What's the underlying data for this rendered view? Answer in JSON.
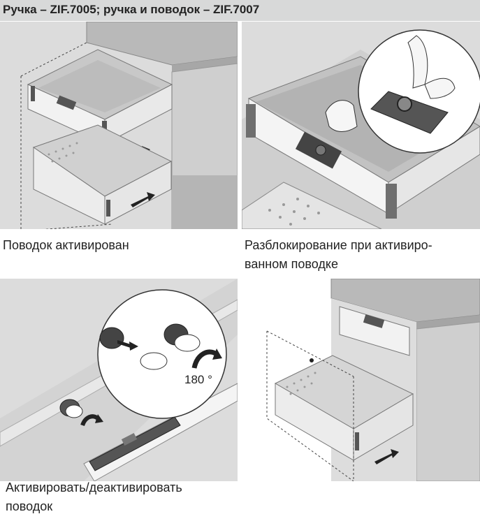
{
  "header": {
    "title": "Ручка – ZIF.7005; ручка и поводок – ZIF.7007"
  },
  "panels": [
    {
      "caption_lines": [
        "Поводок активирован"
      ]
    },
    {
      "caption_lines": [
        "Разблокирование при активиро-",
        "ванном поводке"
      ]
    },
    {
      "caption_lines": [
        "Активировать/деактивировать",
        "поводок"
      ],
      "angle_label": "180 °"
    },
    {
      "caption_lines": []
    }
  ]
}
